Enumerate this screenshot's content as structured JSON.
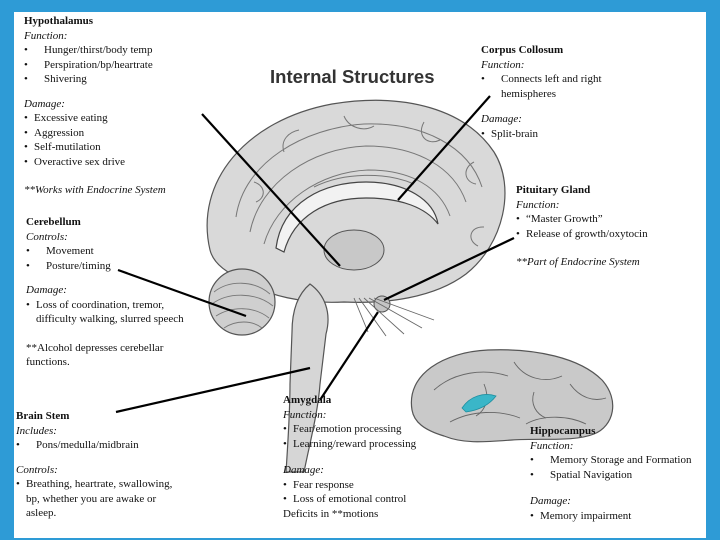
{
  "title": "Internal Structures",
  "hypothalamus": {
    "name": "Hypothalamus",
    "function_label": "Function:",
    "function_items": [
      "Hunger/thirst/body temp",
      "Perspiration/bp/heartrate",
      "Shivering"
    ],
    "damage_label": "Damage:",
    "damage_items": [
      "Excessive eating",
      "Aggression",
      "Self-mutilation",
      "Overactive sex drive"
    ],
    "note": "**Works with Endocrine System"
  },
  "cerebellum": {
    "name": "Cerebellum",
    "controls_label": "Controls:",
    "controls_items": [
      "Movement",
      "Posture/timing"
    ],
    "damage_label": "Damage:",
    "damage_line1": "Loss of coordination, tremor,",
    "damage_line2": "difficulty walking, slurred speech",
    "note_line1": "**Alcohol depresses cerebellar",
    "note_line2": "functions."
  },
  "brain_stem": {
    "name": "Brain Stem",
    "includes_label": "Includes:",
    "includes_items": [
      "Pons/medulla/midbrain"
    ],
    "controls_label": "Controls:",
    "controls_line1": "Breathing, heartrate, swallowing,",
    "controls_line2": "bp, whether you are awake or",
    "controls_line3": "asleep."
  },
  "corpus_collosum": {
    "name": "Corpus Collosum",
    "function_label": "Function:",
    "function_line1": "Connects left and right",
    "function_line2": "hemispheres",
    "damage_label": "Damage:",
    "damage_items": [
      "Split-brain"
    ]
  },
  "pituitary": {
    "name": "Pituitary Gland",
    "function_label": "Function:",
    "function_items": [
      "“Master Growth”",
      "Release of growth/oxytocin"
    ],
    "note": "**Part of Endocrine System"
  },
  "amygdala": {
    "name": "Amygdala",
    "function_label": "Function:",
    "function_items": [
      "Fear/emotion processing",
      "Learning/reward processing"
    ],
    "damage_label": "Damage:",
    "damage_items": [
      "Fear response",
      "Loss of emotional control"
    ],
    "damage_extra": "Deficits in **motions"
  },
  "hippocampus": {
    "name": "Hippocampus",
    "function_label": "Function:",
    "function_items": [
      "Memory Storage and Formation",
      "Spatial Navigation"
    ],
    "damage_label": "Damage:",
    "damage_items": [
      "Memory impairment"
    ]
  },
  "colors": {
    "frame": "#2e9bd6",
    "hippocampus_highlight": "#3ab6c8",
    "pointer": "#000000"
  }
}
